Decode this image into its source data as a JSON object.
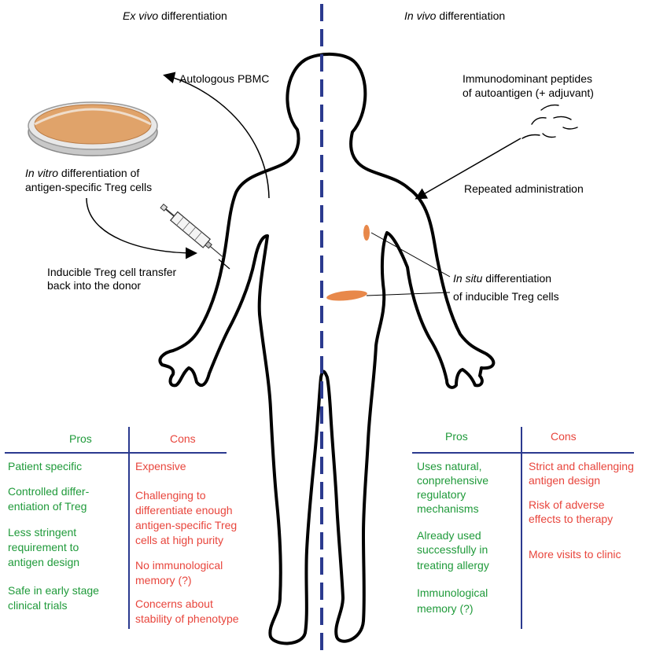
{
  "left": {
    "heading_italic": "Ex vivo",
    "heading_rest": " differentiation",
    "autologous": "Autologous PBMC",
    "in_vitro_italic": "In vitro",
    "in_vitro_rest": " differentiation of",
    "in_vitro_line2": "antigen-specific Treg cells",
    "transfer_line1": "Inducible Treg cell transfer",
    "transfer_line2": "back into the donor",
    "pros_header": "Pros",
    "cons_header": "Cons",
    "pros": [
      "Patient specific",
      "Controlled differ-",
      "entiation of Treg",
      "Less stringent",
      "requirement to",
      "antigen design",
      "Safe in early stage",
      "clinical trials"
    ],
    "cons": [
      "Expensive",
      "Challenging to",
      "differentiate enough",
      "antigen-specific Treg",
      "cells at high purity",
      "No immunological",
      "memory (?)",
      "Concerns about",
      "stability of phenotype"
    ]
  },
  "right": {
    "heading_italic": "In vivo",
    "heading_rest": " differentiation",
    "peptides_line1": "Immunodominant peptides",
    "peptides_line2": "of autoantigen (+ adjuvant)",
    "repeated": "Repeated administration",
    "in_situ_italic": "In situ",
    "in_situ_rest": " differentiation",
    "in_situ_line2": "of inducible Treg cells",
    "pros_header": "Pros",
    "cons_header": "Cons",
    "pros": [
      "Uses natural,",
      "conprehensive",
      "regulatory",
      "mechanisms",
      "Already used",
      "successfully in",
      "treating allergy",
      "Immunological",
      "memory (?)"
    ],
    "cons": [
      "Strict and challenging",
      "antigen design",
      "Risk of adverse",
      "effects to therapy",
      "More visits to clinic"
    ]
  },
  "colors": {
    "green": "#1f9a3a",
    "red": "#e8453c",
    "divider": "#2b3a8f",
    "petri": "#e0a36a",
    "cell_orange": "#e8884a"
  }
}
